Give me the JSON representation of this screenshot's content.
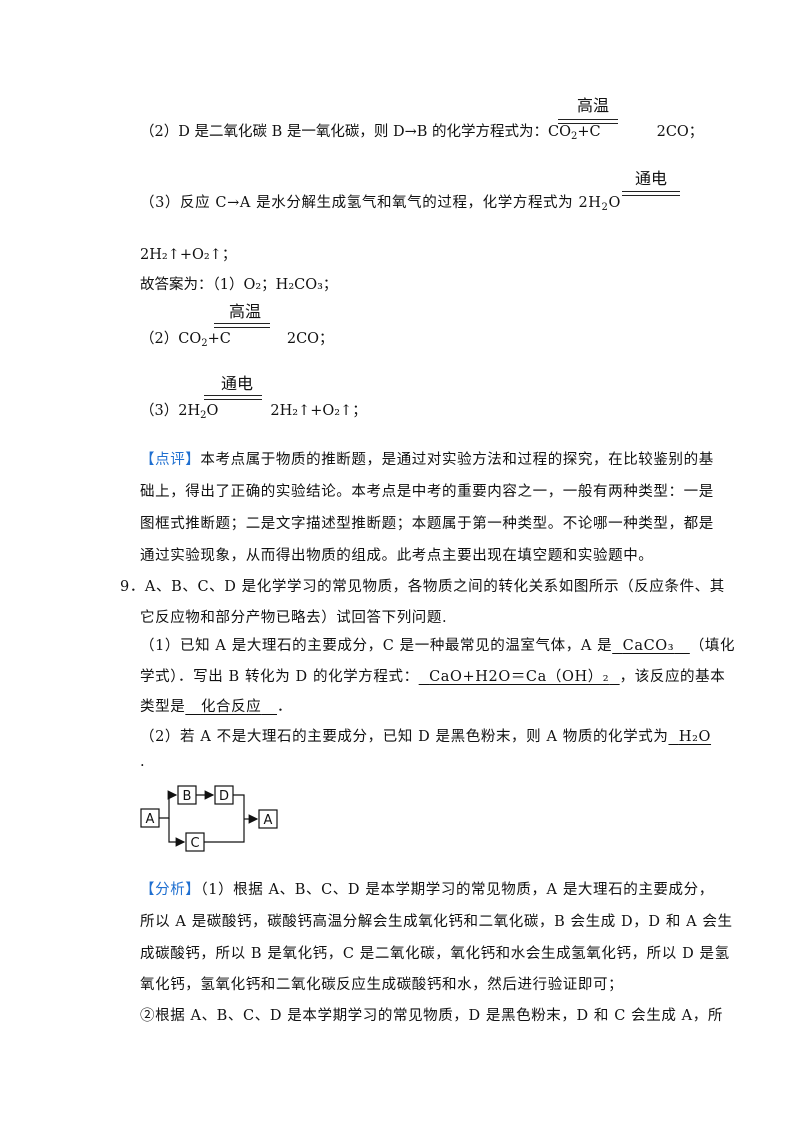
{
  "conditions": {
    "high_temp": "高温",
    "electrolysis": "通电"
  },
  "answer_block": {
    "line2_a": "（2）D 是二氧化碳 B 是一氧化碳，则 D→B 的化学方程式为：CO",
    "line2_b": "+C",
    "line2_c": "2CO；",
    "line3_a": "（3）反应 C→A 是水分解生成氢气和氧气的过程，化学方程式为 2H",
    "line3_b": "O",
    "line3_cont": "2H₂↑+O₂↑；",
    "therefore": "故答案为：（1）O₂；H₂CO₃；",
    "ans2_a": "（2）CO",
    "ans2_b": "+C",
    "ans2_c": "2CO；",
    "ans3_a": "（3）2H",
    "ans3_b": "O",
    "ans3_c": "2H₂↑+O₂↑；"
  },
  "comment": {
    "tag": "【点评】",
    "line1": "本考点属于物质的推断题，是通过对实验方法和过程的探究，在比较鉴别的基",
    "line2": "础上，得出了正确的实验结论。本考点是中考的重要内容之一，一般有两种类型：一是",
    "line3": "图框式推断题；二是文字描述型推断题；本题属于第一种类型。不论哪一种类型，都是",
    "line4": "通过实验现象，从而得出物质的组成。此考点主要出现在填空题和实验题中。"
  },
  "question9": {
    "line1": "9．A、B、C、D 是化学学习的常见物质，各物质之间的转化关系如图所示（反应条件、其",
    "line2": "它反应物和部分产物已略去）试回答下列问题.",
    "p1_a": "（1）已知 A 是大理石的主要成分，C 是一种最常见的温室气体，A 是",
    "p1_ans": "CaCO₃",
    "p1_b": "（填化",
    "p1_c": "学式）．写出 B 转化为 D 的化学方程式：",
    "p1_ans2": "CaO+H2O＝Ca（OH）₂",
    "p1_d": "，该反应的基本",
    "p1_e": "类型是",
    "p1_ans3": "化合反应",
    "p1_f": "．",
    "p2_a": "（2）若 A 不是大理石的主要成分，已知 D 是黑色粉末，则 A 物质的化学式为",
    "p2_ans": "H₂O",
    "p2_end": "."
  },
  "diagram": {
    "A_left": "A",
    "B": "B",
    "D": "D",
    "C": "C",
    "A_right": "A"
  },
  "analysis": {
    "tag": "【分析】",
    "line1": "（1）根据 A、B、C、D 是本学期学习的常见物质，A 是大理石的主要成分，",
    "line2": "所以 A 是碳酸钙，碳酸钙高温分解会生成氧化钙和二氧化碳，B 会生成 D，D 和 A 会生",
    "line3": "成碳酸钙，所以 B 是氧化钙，C 是二氧化碳，氧化钙和水会生成氢氧化钙，所以 D 是氢",
    "line4": "氧化钙，氢氧化钙和二氧化碳反应生成碳酸钙和水，然后进行验证即可；",
    "line5": "②根据 A、B、C、D 是本学期学习的常见物质，D 是黑色粉末，D 和 C 会生成 A，所"
  }
}
